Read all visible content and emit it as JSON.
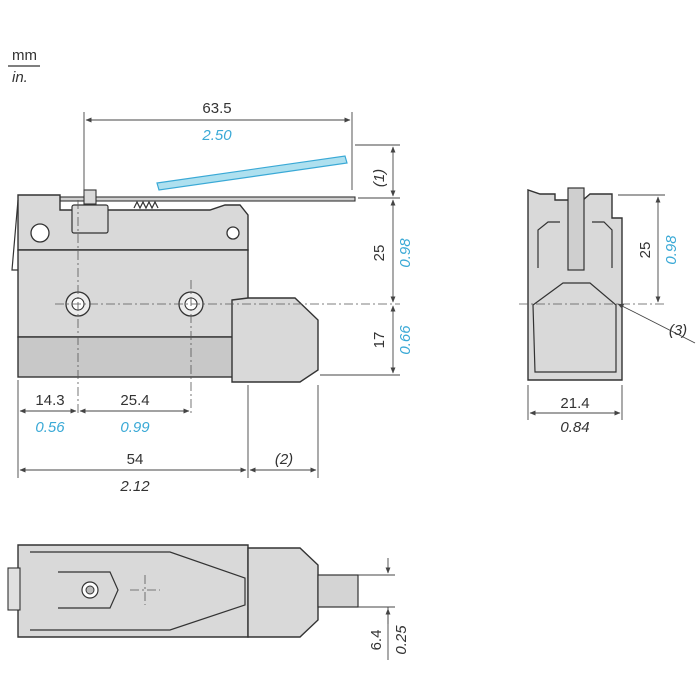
{
  "units": {
    "top": "mm",
    "bottom": "in."
  },
  "dimensions": {
    "lever_length": {
      "mm": "63.5",
      "inch": "2.50"
    },
    "height_upper": {
      "mm": "25",
      "inch": "0.98"
    },
    "height_lower": {
      "mm": "17",
      "inch": "0.66"
    },
    "hole_offset": {
      "mm": "14.3",
      "inch": "0.56"
    },
    "hole_spacing": {
      "mm": "25.4",
      "inch": "0.99"
    },
    "body_length": {
      "mm": "54",
      "inch": "2.12"
    },
    "side_width": {
      "mm": "21.4",
      "inch": "0.84"
    },
    "side_height": {
      "mm": "25",
      "inch": "0.98"
    },
    "lever_thickness": {
      "mm": "6.4",
      "inch": "0.25"
    }
  },
  "notes": {
    "n1": "(1)",
    "n2": "(2)",
    "n3": "(3)"
  },
  "colors": {
    "inch": "#3aa9d6",
    "body": "#d9d9d9",
    "outline": "#333333"
  }
}
